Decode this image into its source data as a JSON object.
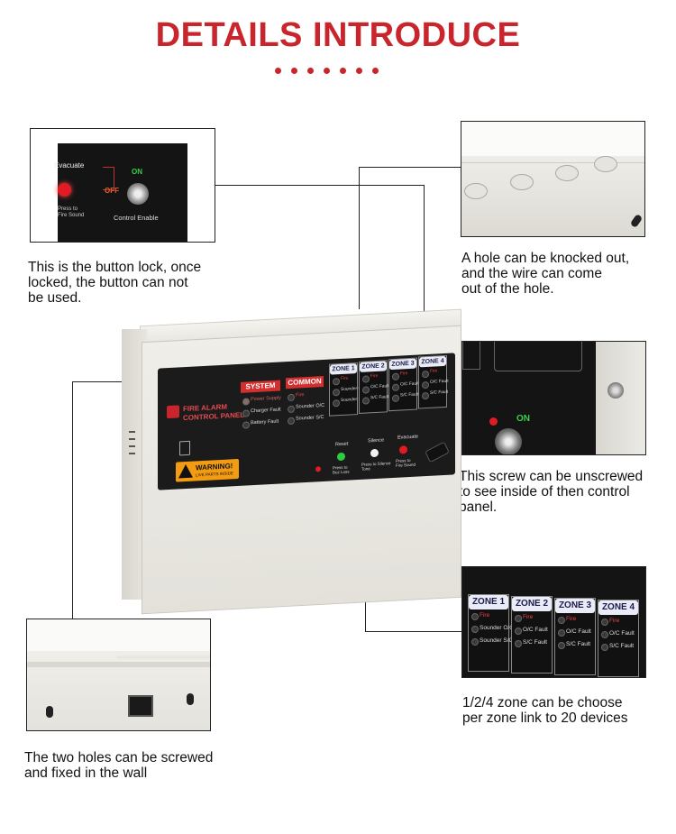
{
  "header": {
    "title": "DETAILS INTRODUCE",
    "dot_count": 7
  },
  "callouts": {
    "button_lock": {
      "caption": "This is the button lock, once\nlocked, the button can not\nbe used.",
      "detail": {
        "evacuate": "Evacuate",
        "press": "Press to\nFire Sound",
        "off": "OFF",
        "on": "ON",
        "enable": "Control Enable"
      }
    },
    "knockout": {
      "caption": "A hole can be knocked out,\nand the wire can come\nout of the hole."
    },
    "screw": {
      "caption": "This screw can be unscrewed\nto see inside of then control\npanel.",
      "on": "ON"
    },
    "zones": {
      "caption": "1/2/4 zone can be choose\nper zone link to 20 devices",
      "zones": [
        {
          "name": "ZONE 1",
          "lines": [
            "Fire",
            "Sounder O/C",
            "Sounder S/C"
          ]
        },
        {
          "name": "ZONE 2",
          "lines": [
            "Fire",
            "O/C Fault",
            "S/C Fault"
          ]
        },
        {
          "name": "ZONE 3",
          "lines": [
            "Fire",
            "O/C Fault",
            "S/C Fault"
          ]
        },
        {
          "name": "ZONE 4",
          "lines": [
            "Fire",
            "O/C Fault",
            "S/C Fault"
          ]
        }
      ]
    },
    "wall": {
      "caption": "The two holes can be screwed\nand fixed in the wall"
    }
  },
  "panel": {
    "brand_line1": "FIRE ALARM",
    "brand_line2": "CONTROL PANEL",
    "system": {
      "label": "SYSTEM",
      "lines": [
        "Power Supply",
        "Charger Fault",
        "Battery Fault"
      ]
    },
    "common": {
      "label": "COMMON",
      "lines": [
        "Fire",
        "Sounder O/C",
        "Sounder S/C"
      ]
    },
    "zones": [
      {
        "name": "ZONE 1",
        "lines": [
          "Fire",
          "Sounder O/C",
          "Sounder S/C"
        ]
      },
      {
        "name": "ZONE 2",
        "lines": [
          "Fire",
          "O/C Fault",
          "S/C Fault"
        ]
      },
      {
        "name": "ZONE 3",
        "lines": [
          "Fire",
          "O/C Fault",
          "S/C Fault"
        ]
      },
      {
        "name": "ZONE 4",
        "lines": [
          "Fire",
          "O/C Fault",
          "S/C Fault"
        ]
      }
    ],
    "buttons": {
      "reset": "Reset",
      "reset_note": "Press to\nBuz Loss",
      "silence": "Silence",
      "silence_note": "Press to Silence\nTone",
      "evacuate": "Evacuate",
      "evacuate_note": "Press to\nFire Sound"
    },
    "warning_title": "WARNING!",
    "warning_sub": "LIVE PARTS INSIDE"
  },
  "colors": {
    "accent": "#c8262c",
    "panel_black": "#1b1b1b",
    "cabinet": "#e9e7df",
    "zone_head": "#e9ecf6"
  }
}
